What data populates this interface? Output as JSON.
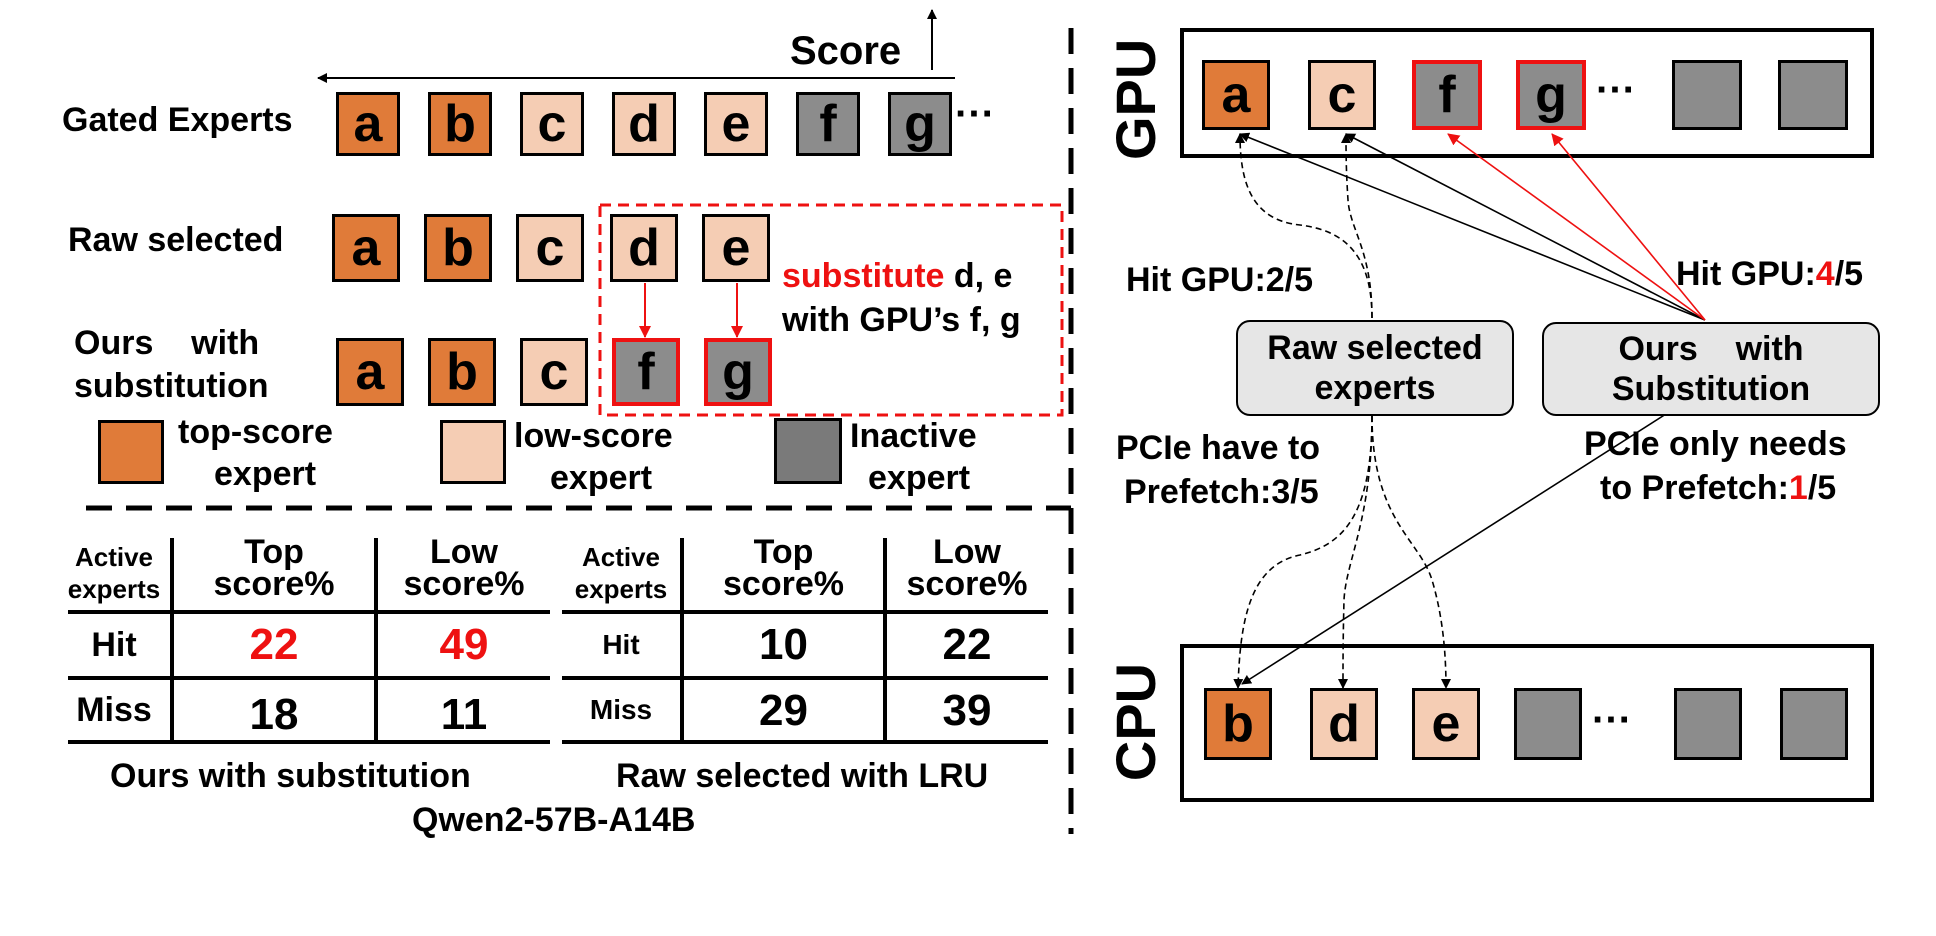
{
  "left": {
    "score_label": "Score",
    "rows": {
      "gated": {
        "label": "Gated Experts",
        "letters": [
          "a",
          "b",
          "c",
          "d",
          "e",
          "f",
          "g"
        ],
        "ellipsis": "···"
      },
      "raw": {
        "label": "Raw selected",
        "letters": [
          "a",
          "b",
          "c",
          "d",
          "e"
        ]
      },
      "ours": {
        "label_line1": "Ours    with",
        "label_line2": "substitution",
        "letters": [
          "a",
          "b",
          "c",
          "f",
          "g"
        ]
      }
    },
    "substitute": {
      "word": "substitute",
      "rest_line1": " d, e",
      "line2": "with GPU’s f, g"
    },
    "legend": {
      "top": {
        "line1": "top-score",
        "line2": "expert"
      },
      "low": {
        "line1": "low-score",
        "line2": "expert"
      },
      "inactive": {
        "line1": "Inactive",
        "line2": "expert"
      }
    }
  },
  "tables": {
    "ours": {
      "corner": [
        "Active",
        "experts"
      ],
      "col1": [
        "Top",
        "score%"
      ],
      "col2": [
        "Low",
        "score%"
      ],
      "rows": [
        {
          "label": "Hit",
          "v1": "22",
          "v2": "49"
        },
        {
          "label": "Miss",
          "v1": "18",
          "v2": "11"
        }
      ],
      "caption": "Ours with substitution"
    },
    "raw": {
      "corner": [
        "Active",
        "experts"
      ],
      "col1": [
        "Top",
        "score%"
      ],
      "col2": [
        "Low",
        "score%"
      ],
      "rows": [
        {
          "label": "Hit",
          "v1": "10",
          "v2": "22"
        },
        {
          "label": "Miss",
          "v1": "29",
          "v2": "39"
        }
      ],
      "caption": "Raw selected with LRU"
    },
    "model": "Qwen2-57B-A14B"
  },
  "right": {
    "gpu_label": "GPU",
    "cpu_label": "CPU",
    "gpu_boxes": [
      "a",
      "c",
      "f",
      "g"
    ],
    "cpu_boxes": [
      "b",
      "d",
      "e"
    ],
    "ellipsis": "···",
    "hit_left": "Hit GPU:2/5",
    "hit_right_pre": "Hit GPU:",
    "hit_right_num": "4",
    "hit_right_post": "/5",
    "raw_box": [
      "Raw selected",
      "experts"
    ],
    "ours_box": [
      "Ours    with",
      "Substitution"
    ],
    "pcie_left": [
      "PCIe have to",
      "Prefetch:3/5"
    ],
    "pcie_right_line1": "PCIe only needs",
    "pcie_right_pre": "to Prefetch:",
    "pcie_right_num": "1",
    "pcie_right_post": "/5"
  },
  "colors": {
    "top_score": "#e07b39",
    "low_score": "#f5cdb4",
    "inactive": "#8c8c8c",
    "highlight": "#ee1111"
  }
}
